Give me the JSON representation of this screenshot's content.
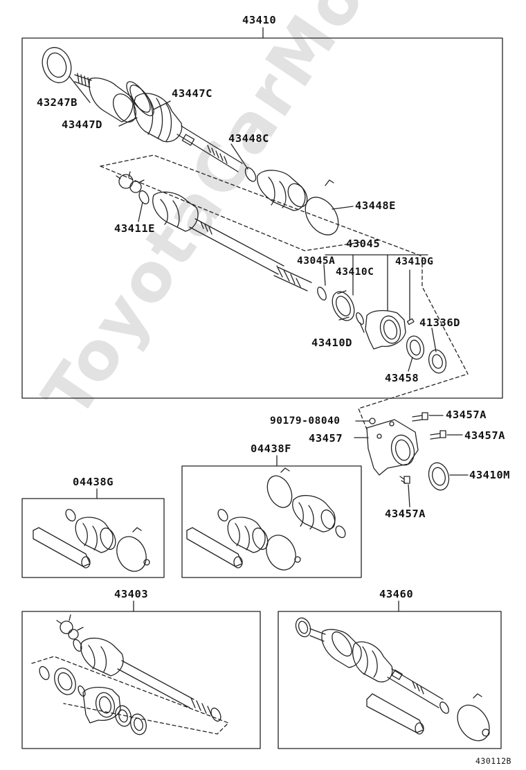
{
  "diagram_code": "430112B",
  "watermark": "ToyotaCarMore.ru",
  "groups": {
    "main_assembly": "43410",
    "boot_kit_inboard": "04438G",
    "boot_kit_full": "04438F",
    "inboard_assembly": "43403",
    "outboard_assembly": "43460"
  },
  "parts": {
    "p43247B": "43247B",
    "p43447C": "43447C",
    "p43447D": "43447D",
    "p43448C": "43448C",
    "p43448E": "43448E",
    "p43411E": "43411E",
    "p43045": "43045",
    "p43045A": "43045A",
    "p43410G": "43410G",
    "p43410C": "43410C",
    "p41336D": "41336D",
    "p43410D": "43410D",
    "p43458": "43458",
    "p90179": "90179-08040",
    "p43457A_1": "43457A",
    "p43457": "43457",
    "p43457A_2": "43457A",
    "p43410M": "43410M",
    "p43457A_3": "43457A"
  },
  "colors": {
    "line": "#222222",
    "watermark": "#d9d9d9"
  }
}
